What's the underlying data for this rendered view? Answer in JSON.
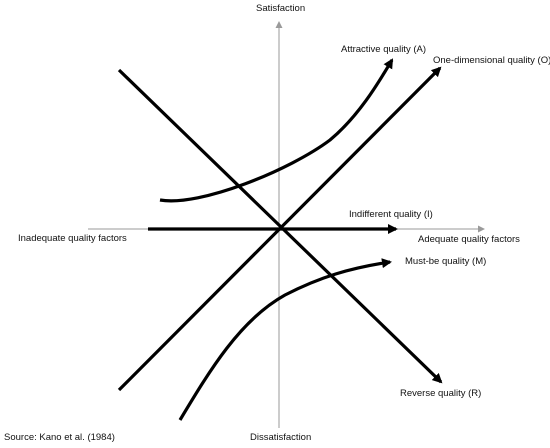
{
  "axes": {
    "top": "Satisfaction",
    "bottom": "Dissatisfaction",
    "left": "Inadequate quality factors",
    "right": "Adequate quality factors"
  },
  "curves": {
    "attractive": "Attractive quality (A)",
    "one_dimensional": "One-dimensional quality (O)",
    "indifferent": "Indifferent quality (I)",
    "must_be": "Must-be quality (M)",
    "reverse": "Reverse quality (R)"
  },
  "source": "Source: Kano et al. (1984)",
  "colors": {
    "line": "#000000",
    "axis": "#9a9a9a",
    "text": "#111111"
  }
}
